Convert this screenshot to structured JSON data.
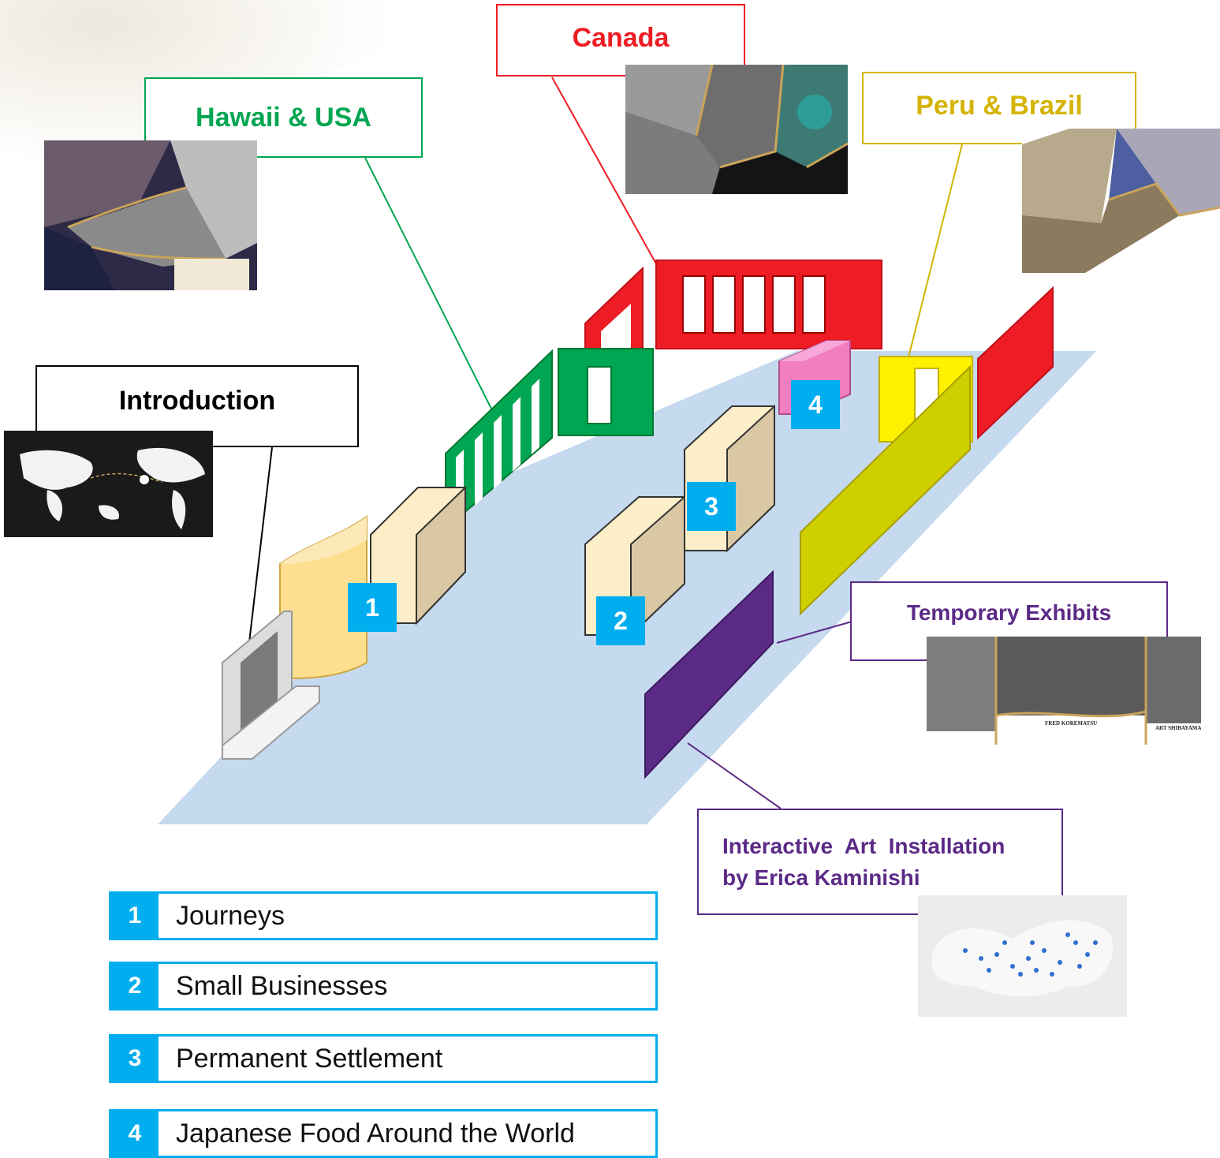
{
  "regions": {
    "canada": {
      "label": "Canada",
      "color": "#ee1c24"
    },
    "hawaii_usa": {
      "label": "Hawaii & USA",
      "color": "#00a651"
    },
    "peru_brazil": {
      "label": "Peru & Brazil",
      "color": "#d4b400"
    },
    "introduction": {
      "label": "Introduction",
      "color": "#000000"
    },
    "temporary_exhibits": {
      "label": "Temporary Exhibits",
      "color": "#5b2a86"
    },
    "interactive_art": {
      "label_line1": "Interactive  Art  Installation",
      "label_line2": "by Erica Kaminishi",
      "color": "#5b2a86"
    }
  },
  "photo_captions": {
    "temporary_left": "FRED KOREMATSU",
    "temporary_right": "ART SHIBAYAMA"
  },
  "markers": [
    "1",
    "2",
    "3",
    "4"
  ],
  "legend": [
    {
      "num": "1",
      "label": "Journeys"
    },
    {
      "num": "2",
      "label": "Small Businesses"
    },
    {
      "num": "3",
      "label": "Permanent Settlement"
    },
    {
      "num": "4",
      "label": "Japanese Food Around the World"
    }
  ],
  "colors": {
    "accent": "#00aeef",
    "floor": "#c5d9ef",
    "display_case": "#fbeec8",
    "pink_case": "#f27ec2",
    "purple_wall": "#5b2a86"
  }
}
